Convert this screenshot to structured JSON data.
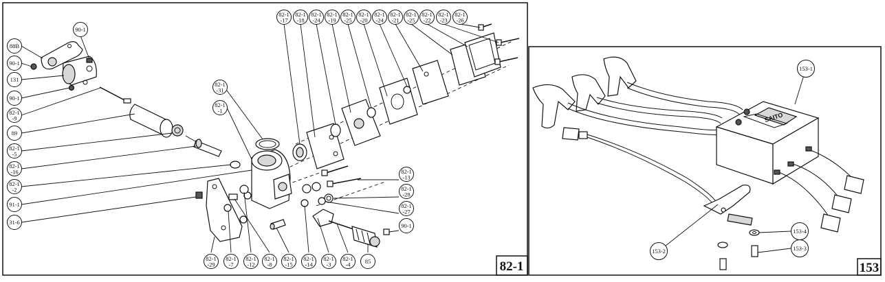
{
  "panel_left": {
    "tag": "82-1"
  },
  "panel_right": {
    "tag": "153"
  },
  "labels": {
    "p90_1_top": [
      "90-1"
    ],
    "p88b": [
      "88B"
    ],
    "p90_1_a": [
      "90-1"
    ],
    "p131": [
      "131"
    ],
    "p90_1_b": [
      "90-1"
    ],
    "p82_1_9": [
      "82-1",
      "-9"
    ],
    "p89": [
      "89"
    ],
    "p82_1_5": [
      "82-1",
      "-5"
    ],
    "p82_1_16": [
      "82-1",
      "-16"
    ],
    "p82_1_2": [
      "82-1",
      "-2"
    ],
    "p91_1": [
      "91-1"
    ],
    "p31_6": [
      "31-6"
    ],
    "p82_1_31": [
      "82-1",
      "-31"
    ],
    "p82_1_1": [
      "82-1",
      "-1"
    ],
    "t17": [
      "82-1",
      "-17"
    ],
    "t18": [
      "82-1",
      "-18"
    ],
    "t24a": [
      "82-1",
      "-24"
    ],
    "t19": [
      "82-1",
      "-19"
    ],
    "t25a": [
      "82-1",
      "-25"
    ],
    "t20": [
      "82-1",
      "-20"
    ],
    "t24b": [
      "82-1",
      "-24"
    ],
    "t21": [
      "82-1",
      "-21"
    ],
    "t25b": [
      "82-1",
      "-25"
    ],
    "t22": [
      "82-1",
      "-22"
    ],
    "t23": [
      "82-1",
      "-23"
    ],
    "t26": [
      "82-1",
      "-26"
    ],
    "r13": [
      "82-1",
      "-13"
    ],
    "r28": [
      "82-1",
      "-28"
    ],
    "r27": [
      "82-1",
      "-27"
    ],
    "r90_1": [
      "90-1"
    ],
    "b29": [
      "82-1",
      "-29"
    ],
    "b7": [
      "82-1",
      "-7"
    ],
    "b12": [
      "82-1",
      "-12"
    ],
    "b8": [
      "82-1",
      "-8"
    ],
    "b15": [
      "82-1",
      "-15"
    ],
    "b14": [
      "82-1",
      "-14"
    ],
    "b3": [
      "82-1",
      "-3"
    ],
    "b4": [
      "82-1",
      "-4"
    ],
    "b85": [
      "85"
    ],
    "q153_1": [
      "153-1"
    ],
    "q153_2": [
      "153-2"
    ],
    "q153_4": [
      "153-4"
    ],
    "q153_3": [
      "153-3"
    ]
  },
  "brand_logo_text": "SAITO"
}
